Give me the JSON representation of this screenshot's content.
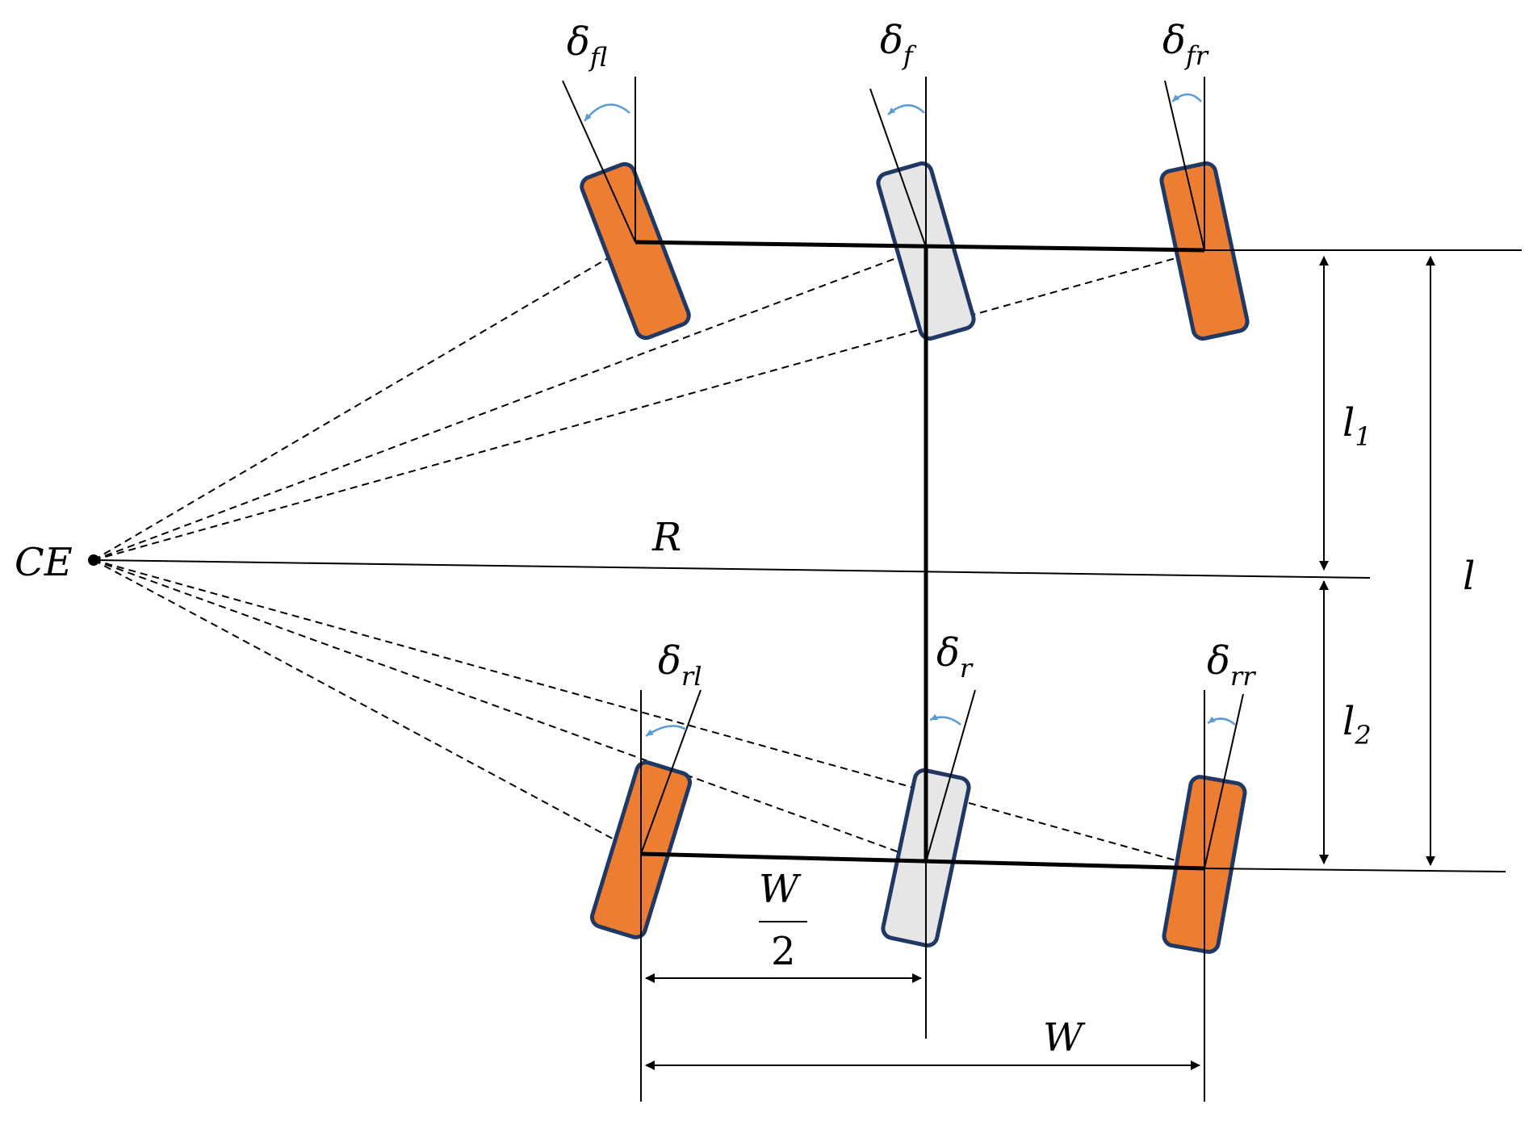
{
  "labels": {
    "ce": "CE",
    "r": "R",
    "l": "l",
    "l1": {
      "base": "l",
      "sub": "1"
    },
    "l2": {
      "base": "l",
      "sub": "2"
    },
    "w_half_num": "W",
    "w_half_den": "2",
    "w": "W",
    "delta_fl": {
      "base": "δ",
      "sub": "fl"
    },
    "delta_f": {
      "base": "δ",
      "sub": "f"
    },
    "delta_fr": {
      "base": "δ",
      "sub": "fr"
    },
    "delta_rl": {
      "base": "δ",
      "sub": "rl"
    },
    "delta_r": {
      "base": "δ",
      "sub": "r"
    },
    "delta_rr": {
      "base": "δ",
      "sub": "rr"
    }
  },
  "colors": {
    "wheel_fill": "#ed7d31",
    "virtual_wheel_fill": "#e6e6e6",
    "wheel_outline": "#1f3864",
    "steer_arrow": "#5b9bd5"
  }
}
